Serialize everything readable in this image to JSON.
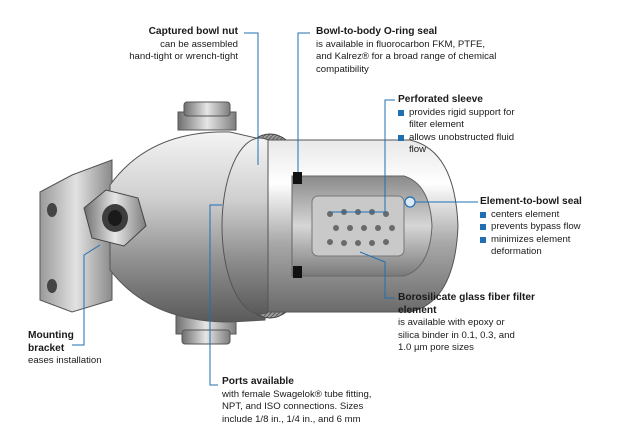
{
  "callouts": {
    "bowl_nut": {
      "title": "Captured bowl nut",
      "lines": [
        "can be assembled",
        "hand-tight or wrench-tight"
      ]
    },
    "oring": {
      "title": "Bowl-to-body O-ring seal",
      "lines": [
        "is available in fluorocarbon FKM, PTFE,",
        "and Kalrez® for a broad range of chemical",
        "compatibility"
      ]
    },
    "sleeve": {
      "title": "Perforated sleeve",
      "bullets": [
        "provides rigid support for filter element",
        "allows unobstructed fluid flow"
      ]
    },
    "element_seal": {
      "title": "Element-to-bowl seal",
      "bullets": [
        "centers element",
        "prevents bypass flow",
        "minimizes element deformation"
      ]
    },
    "filter": {
      "title": "Borosilicate glass fiber filter element",
      "lines": [
        "is available with epoxy or",
        "silica binder in 0.1, 0.3, and",
        "1.0 µm pore sizes"
      ]
    },
    "bracket": {
      "title": "Mounting bracket",
      "lines": [
        "eases installation"
      ]
    },
    "ports": {
      "title": "Ports available",
      "lines": [
        "with female Swagelok® tube fitting,",
        "NPT, and ISO connections. Sizes",
        "include 1/8 in., 1/4 in., and 6 mm"
      ]
    }
  },
  "colors": {
    "leader_line": "#1f6fb2",
    "bullet": "#1f6fb2",
    "text": "#1a1a1a",
    "o_ring": "#111111"
  }
}
